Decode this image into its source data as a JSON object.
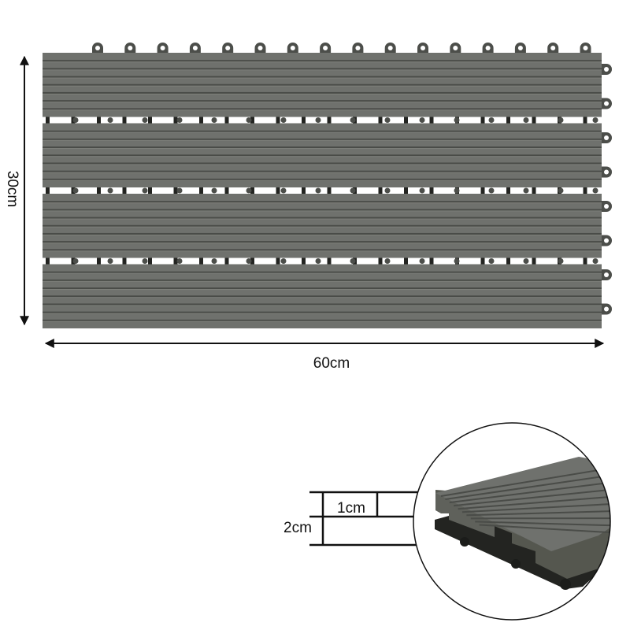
{
  "diagram": {
    "subject": "deck tile",
    "colors": {
      "board": "#6f716d",
      "board_dark": "#55574f",
      "groove": "#4a4c48",
      "clip": "#4c4e4a",
      "base": "#232421",
      "line": "#111111"
    },
    "dimensions": {
      "width_label": "60cm",
      "height_label": "30cm",
      "total_thickness_label": "2cm",
      "board_thickness_label": "1cm"
    },
    "tile": {
      "board_rows": 4,
      "grooves_per_row": 7,
      "top_clips": 16,
      "side_clips": 8
    }
  }
}
